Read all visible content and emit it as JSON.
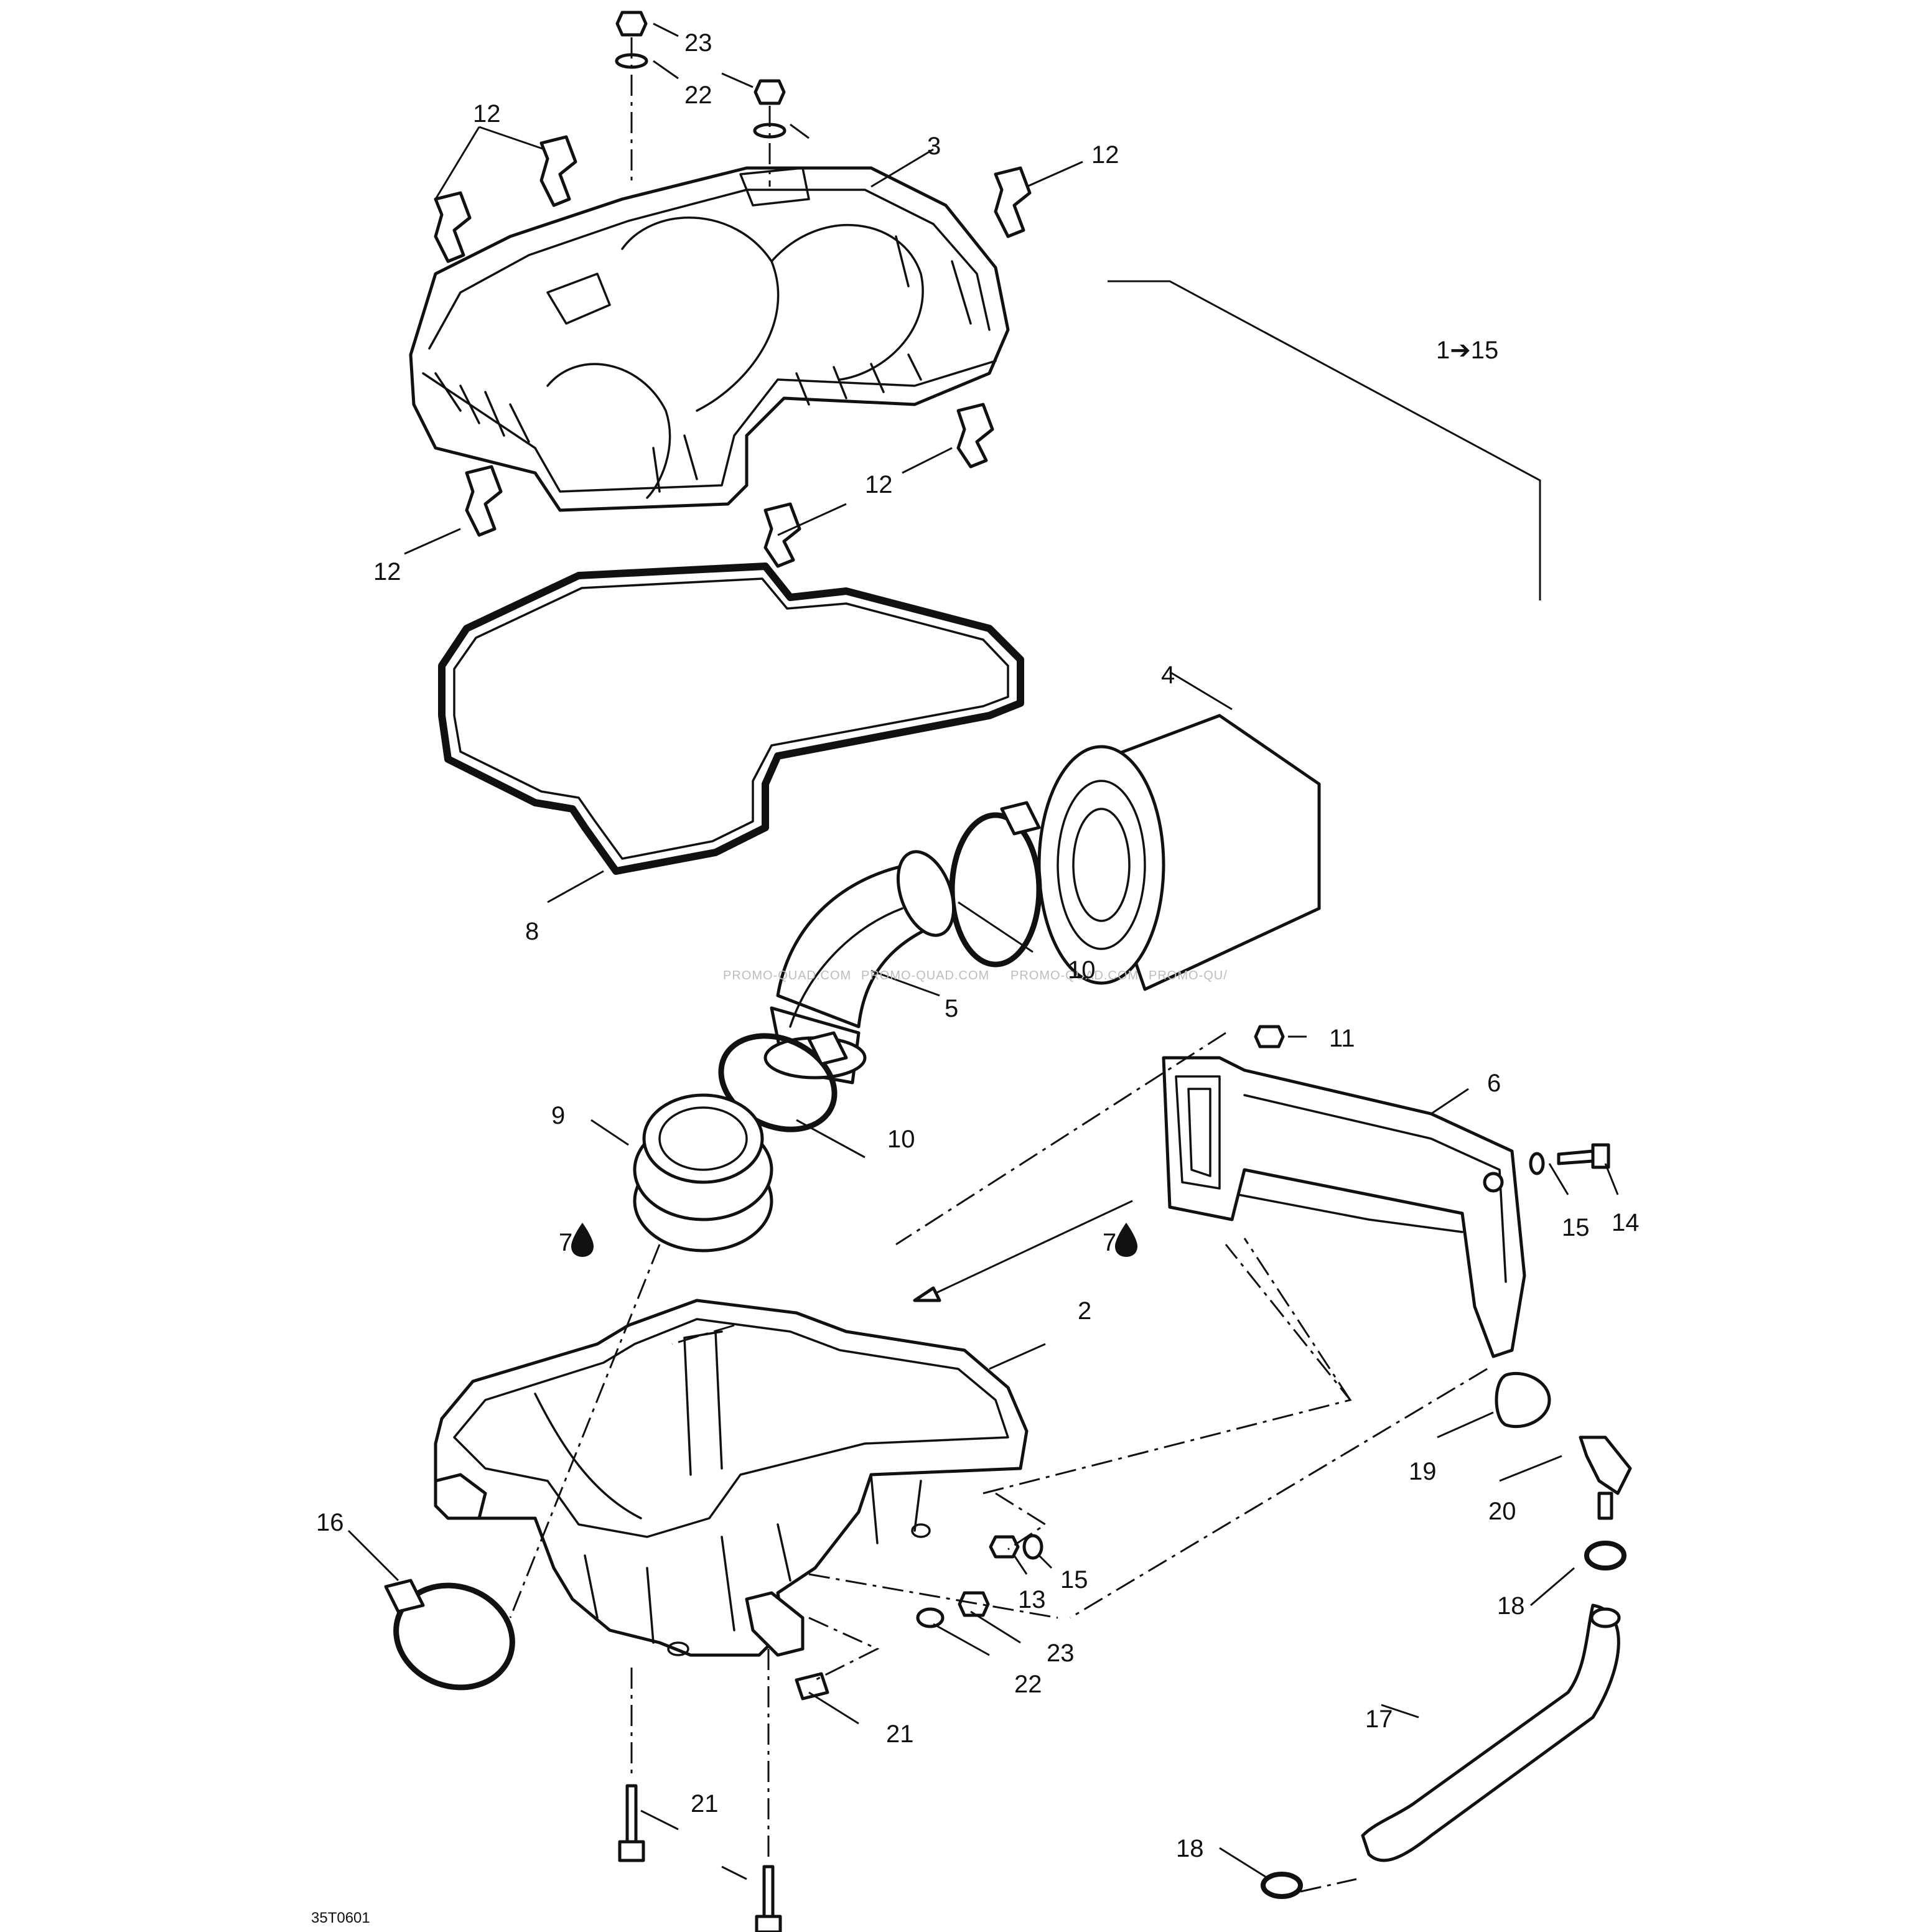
{
  "callouts": {
    "c1_15": "1➔15",
    "c2": "2",
    "c3": "3",
    "c4": "4",
    "c5": "5",
    "c6": "6",
    "c7a": "7",
    "c7b": "7",
    "c8": "8",
    "c9": "9",
    "c10a": "10",
    "c10b": "10",
    "c11": "11",
    "c12a": "12",
    "c12b": "12",
    "c12c": "12",
    "c12d": "12",
    "c13": "13",
    "c14": "14",
    "c15a": "15",
    "c15b": "15",
    "c16": "16",
    "c17": "17",
    "c18a": "18",
    "c18b": "18",
    "c19": "19",
    "c20": "20",
    "c21a": "21",
    "c21b": "21",
    "c22a": "22",
    "c22b": "22",
    "c23a": "23",
    "c23b": "23"
  },
  "drawing_number": "35T0601",
  "watermarks": [
    "PROMO-QUAD.COM",
    "PROMO-QUAD.COM",
    "PROMO-QUAD.COM",
    "PROMO-QU/"
  ],
  "icons": {
    "lubricant": "oil-drop-icon"
  }
}
